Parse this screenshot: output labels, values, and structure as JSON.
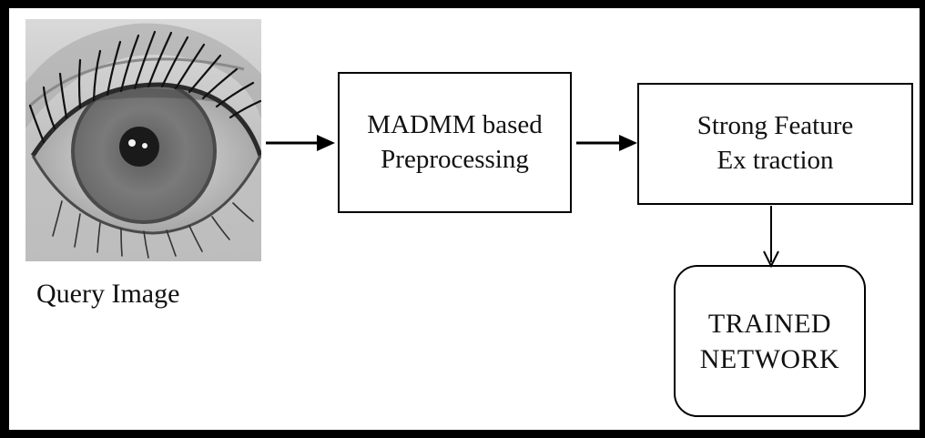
{
  "query_label": "Query Image",
  "boxes": {
    "preprocess": {
      "line1": "MADMM based",
      "line2": "Preprocessing"
    },
    "feature": {
      "line1": "Strong Feature",
      "line2": "Ex traction"
    },
    "trained": {
      "line1": "TRAINED",
      "line2": "NETWORK"
    }
  }
}
